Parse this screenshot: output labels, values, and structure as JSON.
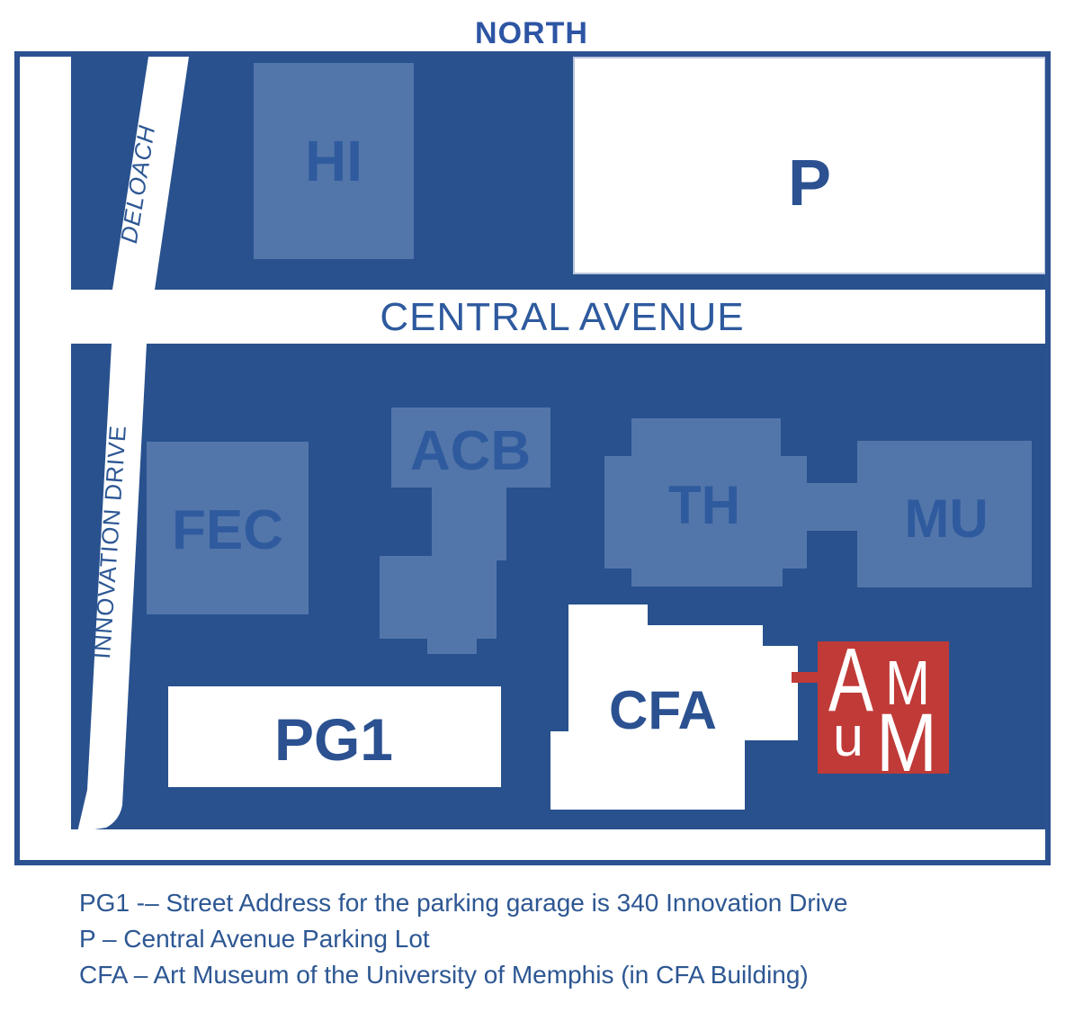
{
  "north_label": "NORTH",
  "streets": {
    "central_avenue": "CENTRAL AVENUE",
    "deloach": "DELOACH",
    "innovation_drive": "INNOVATION DRIVE"
  },
  "buildings": {
    "hi": "HI",
    "parking_lot": "P",
    "fec": "FEC",
    "acb": "ACB",
    "th": "TH",
    "mu": "MU",
    "parking_garage": "PG1",
    "cfa": "CFA"
  },
  "amum_logo": {
    "letter_1": "A",
    "letter_2": "M",
    "letter_3": "u",
    "letter_4": "M"
  },
  "legend": {
    "line_1": "PG1 -– Street Address for the parking garage is 340 Innovation Drive",
    "line_2": "P – Central Avenue Parking Lot",
    "line_3": "CFA – Art Museum of the University of Memphis (in CFA Building)"
  },
  "colors": {
    "map_background": "#28518e",
    "frame": "#2b5191",
    "road_white": "#ffffff",
    "building_fill": "#5376aa",
    "building_label": "#2f5b9e",
    "white_area_label": "#2b5191",
    "street_label": "#2d5794",
    "north_text": "#2d55a4",
    "avenue_text": "#2e5a9e",
    "legend_text": "#2d5793",
    "amum_red": "#c03a37",
    "amum_letters": "#ffffff",
    "p_lot_outline": "#b9c7de"
  }
}
